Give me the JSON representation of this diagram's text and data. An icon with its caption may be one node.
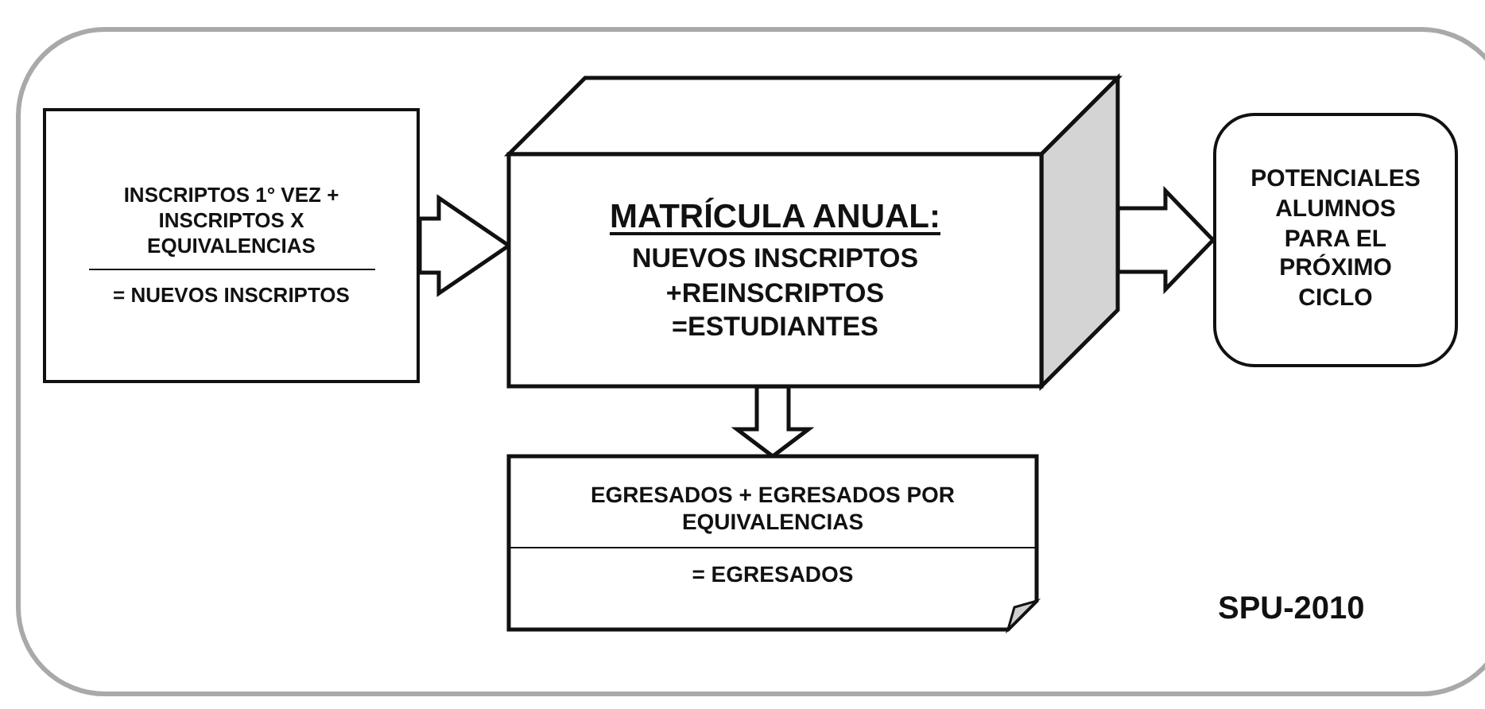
{
  "diagram": {
    "nodes": [
      {
        "text": [
          "INSCRIPTOS 1° VEZ + INSCRIPTOS X EQUIVALENCIAS",
          "= NUEVOS INSCRIPTOS"
        ]
      },
      {
        "text": [
          "MATRÍCULA ANUAL:",
          "NUEVOS INSCRIPTOS +REINSCRIPTOS",
          "=ESTUDIANTES"
        ]
      },
      {
        "text": [
          "POTENCIALES ALUMNOS PARA EL PRÓXIMO CICLO"
        ]
      },
      {
        "text": [
          "EGRESADOS + EGRESADOS POR EQUIVALENCIAS",
          "= EGRESADOS"
        ]
      }
    ],
    "edges": [
      {
        "from": 0,
        "to": 1,
        "arrow": "to"
      },
      {
        "from": 1,
        "to": 2,
        "arrow": "to"
      },
      {
        "from": 1,
        "to": 3,
        "arrow": "to"
      }
    ],
    "labels": [
      "SPU-2010"
    ]
  }
}
